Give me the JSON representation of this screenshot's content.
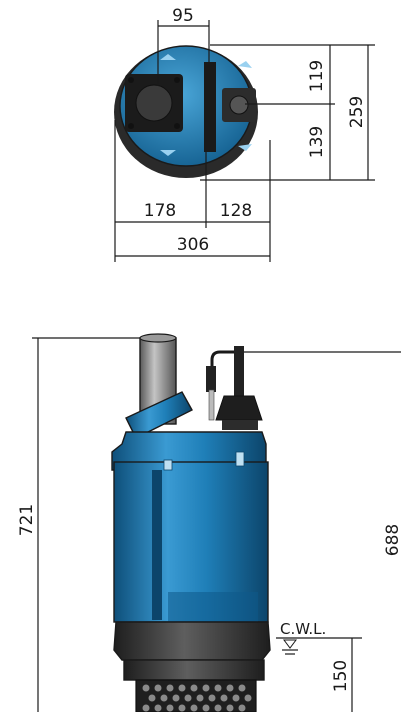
{
  "top_view": {
    "dims": {
      "flange_offset": "95",
      "upper_half": "119",
      "lower_half": "139",
      "total_depth": "259",
      "left_width": "178",
      "right_width": "128",
      "total_width": "306"
    }
  },
  "side_view": {
    "dims": {
      "total_height": "721",
      "cable_height": "688",
      "cwl_height": "150"
    },
    "cwl_label": "C.W.L."
  },
  "colors": {
    "body_blue": "#1f7fb8",
    "body_blue_dark": "#0e4f7a",
    "body_blue_light": "#4aa6d8",
    "base_grey": "#3a3a3a",
    "pipe_grey": "#8a8a8a",
    "line": "#1a1a1a"
  }
}
